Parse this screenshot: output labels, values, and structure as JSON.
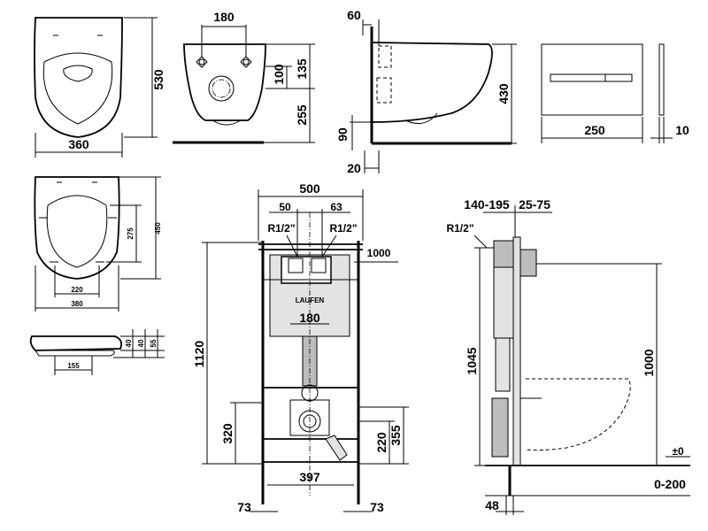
{
  "brand": {
    "logo_text": "LAUFEN"
  },
  "seat_top": {
    "length": "530",
    "width": "360"
  },
  "bowl_back": {
    "spacing": "180",
    "upper": "135",
    "inner": "100",
    "lower": "255"
  },
  "bowl_side": {
    "offset": "60",
    "height": "430",
    "low_height": "90",
    "bottom": "20"
  },
  "flush_plate": {
    "width": "250",
    "depth": "10"
  },
  "seat_plan": {
    "length": "450",
    "inner_len": "275",
    "inner_width": "220",
    "width": "380"
  },
  "seat_side": {
    "h1": "40",
    "h2": "40",
    "h3": "55",
    "hinge": "155"
  },
  "frame_front": {
    "width": "500",
    "left_off": "50",
    "right_off": "63",
    "thread_left": "R1/2\"",
    "thread_right": "R1/2\"",
    "top_ref": "1000",
    "mid_width": "180",
    "height": "1120",
    "left_low": "320",
    "low_inner": "220",
    "right_low": "355",
    "base_width": "397",
    "foot_left": "73",
    "foot_right": "73"
  },
  "frame_side": {
    "range_a": "140-195",
    "range_b": "25-75",
    "thread": "R1/2\"",
    "height_a": "1045",
    "height_b": "1000",
    "zero": "±0",
    "floor_range": "0-200",
    "foot": "48"
  }
}
